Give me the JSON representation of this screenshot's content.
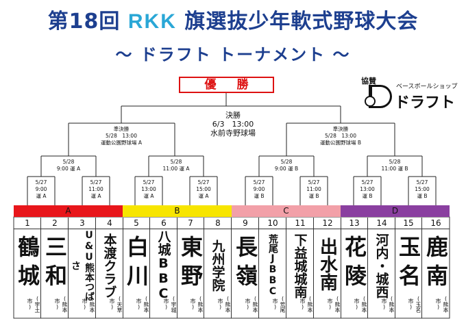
{
  "header": {
    "title_prefix": "第18回",
    "title_brand": "RKK",
    "title_suffix": "旗選抜少年軟式野球大会",
    "subtitle": "〜 ドラフト トーナメント 〜"
  },
  "champion_label": "優 勝",
  "sponsor": {
    "kyosan": "協賛",
    "small_text": "ベースボールショップ",
    "logo_text": "ドラフト"
  },
  "final": {
    "round": "決勝",
    "datetime": "6/3　13:00",
    "venue": "水前寺野球場"
  },
  "semis": [
    {
      "round": "準決勝",
      "datetime": "5/28　13:00",
      "venue": "運動公園野球場 A"
    },
    {
      "round": "準決勝",
      "datetime": "5/28　13:00",
      "venue": "運動公園野球場 B"
    }
  ],
  "quarters": [
    {
      "date": "5/28",
      "time": "9:00 運 A"
    },
    {
      "date": "5/28",
      "time": "11:00 運 A"
    },
    {
      "date": "5/28",
      "time": "9:00 運 B"
    },
    {
      "date": "5/28",
      "time": "11:00 運 B"
    }
  ],
  "first_round": [
    {
      "date": "5/27",
      "time": "9:00",
      "field": "運 A"
    },
    {
      "date": "5/27",
      "time": "11:00",
      "field": "運 A"
    },
    {
      "date": "5/27",
      "time": "13:00",
      "field": "運 A"
    },
    {
      "date": "5/27",
      "time": "15:00",
      "field": "運 A"
    },
    {
      "date": "5/27",
      "time": "9:00",
      "field": "運 B"
    },
    {
      "date": "5/27",
      "time": "11:00",
      "field": "運 B"
    },
    {
      "date": "5/27",
      "time": "13:00",
      "field": "運 B"
    },
    {
      "date": "5/27",
      "time": "15:00",
      "field": "運 B"
    }
  ],
  "groups": [
    {
      "label": "A",
      "color": "#e8161b"
    },
    {
      "label": "B",
      "color": "#f7e500"
    },
    {
      "label": "C",
      "color": "#f2a0a8"
    },
    {
      "label": "D",
      "color": "#8a3fa0"
    }
  ],
  "teams": [
    {
      "num": "1",
      "name": "鶴城",
      "city": "(宇土市)"
    },
    {
      "num": "2",
      "name": "三和",
      "city": "(熊本市)"
    },
    {
      "num": "3",
      "name": "U&U熊本つばさ",
      "city": "(熊本市)"
    },
    {
      "num": "4",
      "name": "本渡クラブ",
      "city": "(天草市)"
    },
    {
      "num": "5",
      "name": "白川",
      "city": "(熊本市)"
    },
    {
      "num": "6",
      "name": "八城BBC",
      "city": "(宇城市)"
    },
    {
      "num": "7",
      "name": "東野",
      "city": "(熊本市)"
    },
    {
      "num": "8",
      "name": "九州学院",
      "city": "(熊本市)"
    },
    {
      "num": "9",
      "name": "長嶺",
      "city": "(熊本市)"
    },
    {
      "num": "10",
      "name": "荒尾JBBC",
      "city": "(荒尾市)"
    },
    {
      "num": "11",
      "name": "下益城城南",
      "city": "(熊本市)"
    },
    {
      "num": "12",
      "name": "出水南",
      "city": "(熊本市)"
    },
    {
      "num": "13",
      "name": "花陵",
      "city": "(熊本市)"
    },
    {
      "num": "14",
      "name": "河内・城西",
      "city": "(熊本市)"
    },
    {
      "num": "15",
      "name": "玉名",
      "city": "(玉名市)"
    },
    {
      "num": "16",
      "name": "鹿南",
      "city": "(熊本市)"
    }
  ]
}
